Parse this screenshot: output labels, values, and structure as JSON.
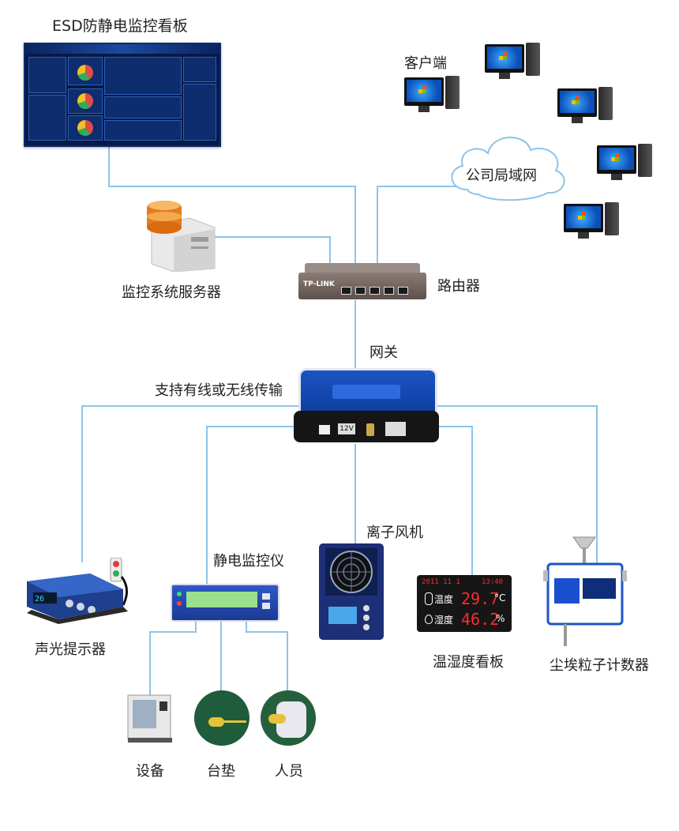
{
  "labels": {
    "dashboard": "ESD防静电监控看板",
    "clients": "客户端",
    "lan": "公司局域网",
    "server": "监控系统服务器",
    "router": "路由器",
    "gateway": "网关",
    "transmission": "支持有线或无线传输",
    "alarm": "声光提示器",
    "static_monitor": "静电监控仪",
    "ion_fan": "离子风机",
    "temp_humidity_board": "温湿度看板",
    "particle_counter": "尘埃粒子计数器",
    "equipment": "设备",
    "mat": "台垫",
    "personnel": "人员"
  },
  "device_text": {
    "router_brand": "TP-LINK",
    "gateway_voltage": "12V",
    "board_date": "2011 11 1",
    "board_time": "13:40",
    "board_temp_label": "温度",
    "board_temp_value": "29.7",
    "board_temp_unit": "°C",
    "board_humidity_label": "湿度",
    "board_humidity_value": "46.2",
    "board_humidity_unit": "%"
  },
  "colors": {
    "wire": "#8ec4e8",
    "dashboard_bg": "#071a45",
    "gateway_blue": "#1b54c4"
  }
}
